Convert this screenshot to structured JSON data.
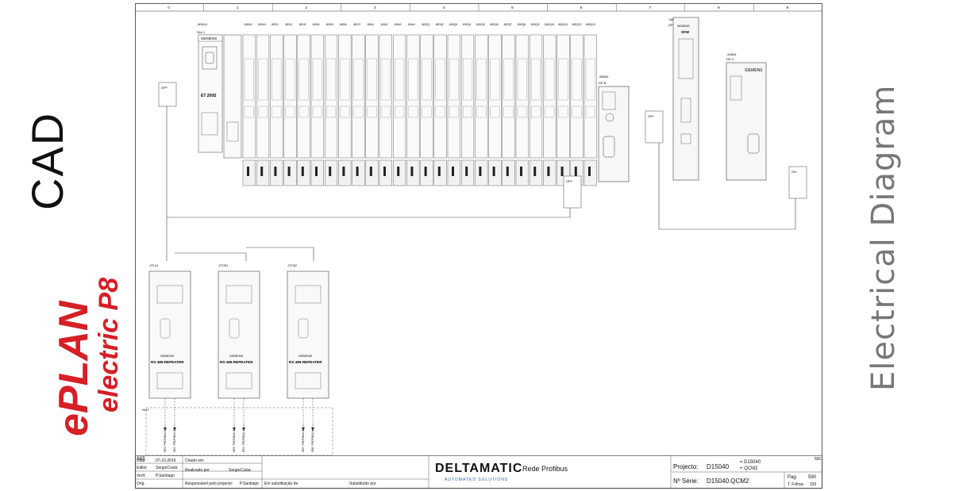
{
  "side": {
    "cad_label": "CAD",
    "eplan_brand": "ePLAN",
    "eplan_sub": "electric P8",
    "right_label": "Electrical Diagram"
  },
  "sheet": {
    "columns": [
      "0",
      "1",
      "2",
      "3",
      "4",
      "5",
      "6",
      "7",
      "8",
      "9"
    ],
    "sheet_code": "S65",
    "sheet_num_right": "591"
  },
  "et200": {
    "tag": "-80KA1",
    "brand": "SIEMENS",
    "name": "ET 200S",
    "slot_header": "Slot 1",
    "slots": [
      "-80KA2",
      "-80KA3",
      "-80DI1",
      "-80DI2",
      "-80DI3",
      "-80DI4",
      "-80DI5",
      "-80DI6",
      "-80DI7",
      "-80AI1",
      "-80AI2",
      "-80AI3",
      "-80AI4",
      "-80DQ1",
      "-80DQ2",
      "-80DQ3",
      "-80DQ4",
      "-80DQ5",
      "-80DQ6",
      "-80DQ7",
      "-80DQ8",
      "-80DQ9",
      "-80DQ10",
      "-80DQ11",
      "-80DQ12",
      "-80DQ13"
    ]
  },
  "devices": {
    "dp_module": {
      "tag": "-585A1",
      "sub": "DP-B"
    },
    "cpu": {
      "tag": "-585A2",
      "sub": "DP-8",
      "brand": "SIEMENS",
      "name": "SFW"
    },
    "cpu2": {
      "tag": "-535A1",
      "sub": "DP-2",
      "brand": "SIEMENS"
    }
  },
  "connectors": [
    "OFF",
    "OFF",
    "OFF",
    "OFF",
    "ON"
  ],
  "repeaters": [
    {
      "tag": "-5TLA1",
      "brand": "SIEMENS",
      "name": "RS 485-REPEATER"
    },
    {
      "tag": "-5TCB1",
      "brand": "SIEMENS",
      "name": "RS 485-REPEATER"
    },
    {
      "tag": "-5TCB2",
      "brand": "SIEMENS",
      "name": "RS 485-REPEATER"
    }
  ],
  "bus_box": {
    "tag": "+D47",
    "labels": [
      "DE1 / PROFIBUS 1",
      "DE2 / PROFIBUS 2",
      "DE3 / PROFIBUS 3",
      "DE4 / PROFIBUS 4",
      "DE5 / PROFIBUS 5",
      "DE6 / PROFIBUS 6"
    ]
  },
  "title_block": {
    "row_labels": [
      "Data",
      "Editor",
      "Verif.",
      "Orig."
    ],
    "row_values": [
      "07-10-2016",
      "SergioCosta",
      "P.Santiago",
      ""
    ],
    "criado_em": "Criado em:",
    "realizado_por": "Realizado por:",
    "realizado_val": "SergioCosta",
    "responsavel": "Responsável pelo projecto:",
    "responsavel_val": "P.Santiago",
    "em_sub": "Em substituição de",
    "sub_por": "Substituído por",
    "company": "DELTAMATIC",
    "company_sub": "AUTOMATED SOLUTIONS",
    "drawing_title": "Rede Profibus",
    "projecto_label": "Projecto:",
    "projecto_val": "D15040",
    "eq1": "= D15040",
    "eq2": "+ QCM2",
    "serie_label": "Nº Série:",
    "serie_val": "D15040.QCM2",
    "pag_label": "Pag.",
    "pag_val": "590",
    "folhas_label": "T. Folhas",
    "folhas_val": "333"
  }
}
